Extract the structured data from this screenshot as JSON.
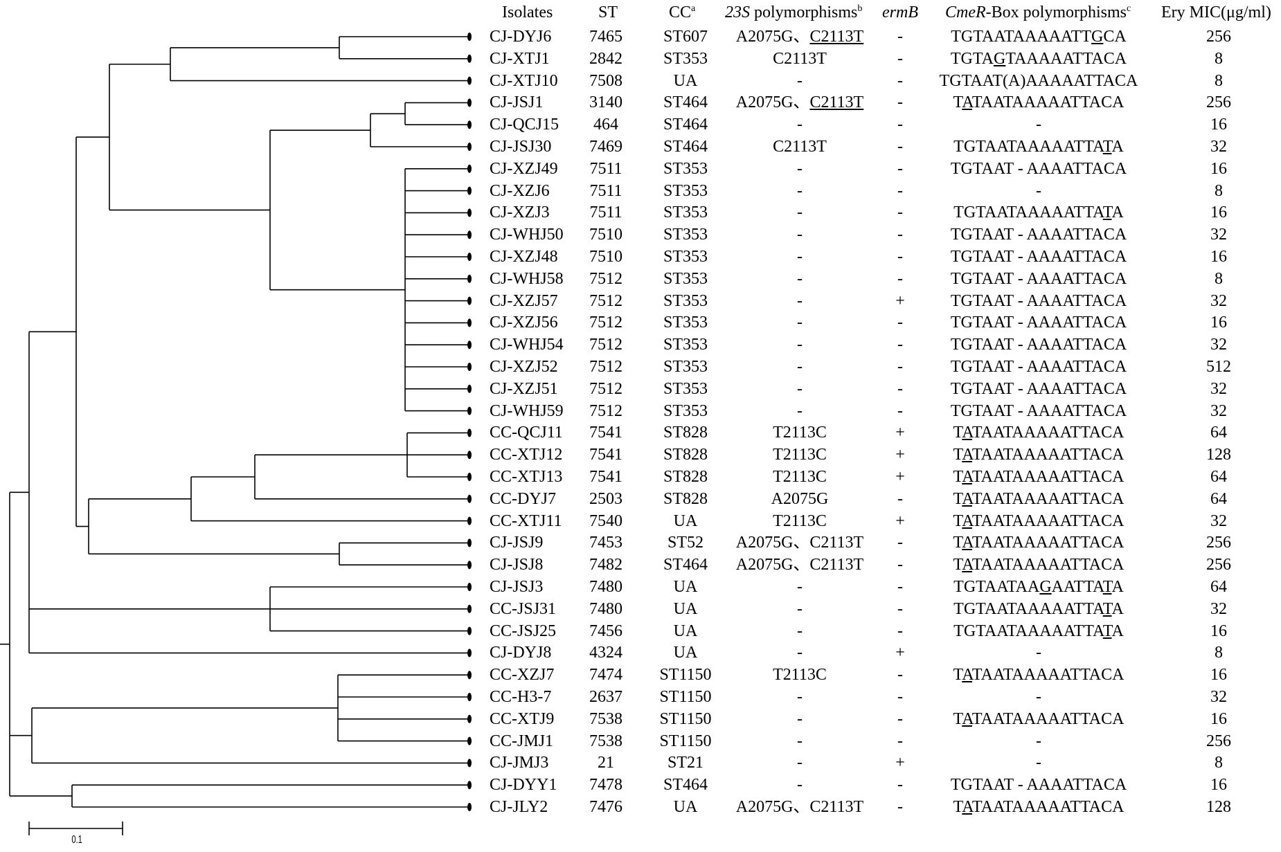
{
  "headers": {
    "isolates": "Isolates",
    "st": "ST",
    "cc": "CC",
    "cc_sup": "a",
    "s23_gene": "23S",
    "s23_rest": " polymorphisms",
    "s23_sup": "b",
    "ermb": "ermB",
    "cmer_gene": "CmeR",
    "cmer_rest": "-Box polymorphisms",
    "cmer_sup": "c",
    "mic": "Ery MIC(μg/ml)"
  },
  "scale_bar_label": "0.1",
  "rows": [
    {
      "isolate": "CJ-DYJ6",
      "st": "7465",
      "cc": "ST607",
      "s23": [
        [
          "A2075G、",
          0
        ],
        [
          "C2113T",
          1
        ]
      ],
      "ermb": "-",
      "cmer": [
        [
          "TGTAATAAAAATT",
          0
        ],
        [
          "G",
          1
        ],
        [
          "CA",
          0
        ]
      ],
      "mic": "256"
    },
    {
      "isolate": "CJ-XTJ1",
      "st": "2842",
      "cc": "ST353",
      "s23": [
        [
          "C2113T",
          0
        ]
      ],
      "ermb": "-",
      "cmer": [
        [
          "TGTA",
          0
        ],
        [
          "G",
          1
        ],
        [
          "TAAAAATTACA",
          0
        ]
      ],
      "mic": "8"
    },
    {
      "isolate": "CJ-XTJ10",
      "st": "7508",
      "cc": "UA",
      "s23": [
        [
          "-",
          0
        ]
      ],
      "ermb": "-",
      "cmer": [
        [
          "TGTAAT(A)AAAAATTACA",
          0
        ]
      ],
      "mic": "8"
    },
    {
      "isolate": "CJ-JSJ1",
      "st": "3140",
      "cc": "ST464",
      "s23": [
        [
          "A2075G、",
          0
        ],
        [
          "C2113T",
          1
        ]
      ],
      "ermb": "-",
      "cmer": [
        [
          "T",
          0
        ],
        [
          "A",
          1
        ],
        [
          "TAATAAAAATTACA",
          0
        ]
      ],
      "mic": "256"
    },
    {
      "isolate": "CJ-QCJ15",
      "st": "464",
      "cc": "ST464",
      "s23": [
        [
          "-",
          0
        ]
      ],
      "ermb": "-",
      "cmer": [
        [
          "-",
          0
        ]
      ],
      "mic": "16"
    },
    {
      "isolate": "CJ-JSJ30",
      "st": "7469",
      "cc": "ST464",
      "s23": [
        [
          "C2113T",
          0
        ]
      ],
      "ermb": "-",
      "cmer": [
        [
          "TGTAATAAAAATTA",
          0
        ],
        [
          "T",
          1
        ],
        [
          "A",
          0
        ]
      ],
      "mic": "32"
    },
    {
      "isolate": "CJ-XZJ49",
      "st": "7511",
      "cc": "ST353",
      "s23": [
        [
          "-",
          0
        ]
      ],
      "ermb": "-",
      "cmer": [
        [
          "TGTAAT - AAAATTACA",
          0
        ]
      ],
      "mic": "16"
    },
    {
      "isolate": "CJ-XZJ6",
      "st": "7511",
      "cc": "ST353",
      "s23": [
        [
          "-",
          0
        ]
      ],
      "ermb": "-",
      "cmer": [
        [
          "-",
          0
        ]
      ],
      "mic": "8"
    },
    {
      "isolate": "CJ-XZJ3",
      "st": "7511",
      "cc": "ST353",
      "s23": [
        [
          "-",
          0
        ]
      ],
      "ermb": "-",
      "cmer": [
        [
          "TGTAATAAAAATTA",
          0
        ],
        [
          "T",
          1
        ],
        [
          "A",
          0
        ]
      ],
      "mic": "16"
    },
    {
      "isolate": "CJ-WHJ50",
      "st": "7510",
      "cc": "ST353",
      "s23": [
        [
          "-",
          0
        ]
      ],
      "ermb": "-",
      "cmer": [
        [
          "TGTAAT - AAAATTACA",
          0
        ]
      ],
      "mic": "32"
    },
    {
      "isolate": "CJ-XZJ48",
      "st": "7510",
      "cc": "ST353",
      "s23": [
        [
          "-",
          0
        ]
      ],
      "ermb": "-",
      "cmer": [
        [
          "TGTAAT - AAAATTACA",
          0
        ]
      ],
      "mic": "16"
    },
    {
      "isolate": "CJ-WHJ58",
      "st": "7512",
      "cc": "ST353",
      "s23": [
        [
          "-",
          0
        ]
      ],
      "ermb": "-",
      "cmer": [
        [
          "TGTAAT - AAAATTACA",
          0
        ]
      ],
      "mic": "8"
    },
    {
      "isolate": "CJ-XZJ57",
      "st": "7512",
      "cc": "ST353",
      "s23": [
        [
          "-",
          0
        ]
      ],
      "ermb": "+",
      "cmer": [
        [
          "TGTAAT - AAAATTACA",
          0
        ]
      ],
      "mic": "32"
    },
    {
      "isolate": "CJ-XZJ56",
      "st": "7512",
      "cc": "ST353",
      "s23": [
        [
          "-",
          0
        ]
      ],
      "ermb": "-",
      "cmer": [
        [
          "TGTAAT - AAAATTACA",
          0
        ]
      ],
      "mic": "16"
    },
    {
      "isolate": "CJ-WHJ54",
      "st": "7512",
      "cc": "ST353",
      "s23": [
        [
          "-",
          0
        ]
      ],
      "ermb": "-",
      "cmer": [
        [
          "TGTAAT - AAAATTACA",
          0
        ]
      ],
      "mic": "32"
    },
    {
      "isolate": "CJ-XZJ52",
      "st": "7512",
      "cc": "ST353",
      "s23": [
        [
          "-",
          0
        ]
      ],
      "ermb": "-",
      "cmer": [
        [
          "TGTAAT - AAAATTACA",
          0
        ]
      ],
      "mic": "512"
    },
    {
      "isolate": "CJ-XZJ51",
      "st": "7512",
      "cc": "ST353",
      "s23": [
        [
          "-",
          0
        ]
      ],
      "ermb": "-",
      "cmer": [
        [
          "TGTAAT - AAAATTACA",
          0
        ]
      ],
      "mic": "32"
    },
    {
      "isolate": "CJ-WHJ59",
      "st": "7512",
      "cc": "ST353",
      "s23": [
        [
          "-",
          0
        ]
      ],
      "ermb": "-",
      "cmer": [
        [
          "TGTAAT - AAAATTACA",
          0
        ]
      ],
      "mic": "32"
    },
    {
      "isolate": "CC-QCJ11",
      "st": "7541",
      "cc": "ST828",
      "s23": [
        [
          "T2113C",
          0
        ]
      ],
      "ermb": "+",
      "cmer": [
        [
          "T",
          0
        ],
        [
          "A",
          1
        ],
        [
          "TAATAAAAATTACA",
          0
        ]
      ],
      "mic": "64"
    },
    {
      "isolate": "CC-XTJ12",
      "st": "7541",
      "cc": "ST828",
      "s23": [
        [
          "T2113C",
          0
        ]
      ],
      "ermb": "+",
      "cmer": [
        [
          "T",
          0
        ],
        [
          "A",
          1
        ],
        [
          "TAATAAAAATTACA",
          0
        ]
      ],
      "mic": "128"
    },
    {
      "isolate": "CC-XTJ13",
      "st": "7541",
      "cc": "ST828",
      "s23": [
        [
          "T2113C",
          0
        ]
      ],
      "ermb": "+",
      "cmer": [
        [
          "T",
          0
        ],
        [
          "A",
          1
        ],
        [
          "TAATAAAAATTACA",
          0
        ]
      ],
      "mic": "64"
    },
    {
      "isolate": "CC-DYJ7",
      "st": "2503",
      "cc": "ST828",
      "s23": [
        [
          "A2075G",
          0
        ]
      ],
      "ermb": "-",
      "cmer": [
        [
          "T",
          0
        ],
        [
          "A",
          1
        ],
        [
          "TAATAAAAATTACA",
          0
        ]
      ],
      "mic": "64"
    },
    {
      "isolate": "CC-XTJ11",
      "st": "7540",
      "cc": "UA",
      "s23": [
        [
          "T2113C",
          0
        ]
      ],
      "ermb": "+",
      "cmer": [
        [
          "T",
          0
        ],
        [
          "A",
          1
        ],
        [
          "TAATAAAAATTACA",
          0
        ]
      ],
      "mic": "32"
    },
    {
      "isolate": "CJ-JSJ9",
      "st": "7453",
      "cc": "ST52",
      "s23": [
        [
          "A2075G、C2113T",
          0
        ]
      ],
      "ermb": "-",
      "cmer": [
        [
          "T",
          0
        ],
        [
          "A",
          1
        ],
        [
          "TAATAAAAATTACA",
          0
        ]
      ],
      "mic": "256"
    },
    {
      "isolate": "CJ-JSJ8",
      "st": "7482",
      "cc": "ST464",
      "s23": [
        [
          "A2075G、C2113T",
          0
        ]
      ],
      "ermb": "-",
      "cmer": [
        [
          "T",
          0
        ],
        [
          "A",
          1
        ],
        [
          "TAATAAAAATTACA",
          0
        ]
      ],
      "mic": "256"
    },
    {
      "isolate": "CJ-JSJ3",
      "st": "7480",
      "cc": "UA",
      "s23": [
        [
          "-",
          0
        ]
      ],
      "ermb": "-",
      "cmer": [
        [
          "TGTAATAA",
          0
        ],
        [
          "G",
          1
        ],
        [
          "AATTA",
          0
        ],
        [
          "T",
          1
        ],
        [
          "A",
          0
        ]
      ],
      "mic": "64"
    },
    {
      "isolate": "CC-JSJ31",
      "st": "7480",
      "cc": "UA",
      "s23": [
        [
          "-",
          0
        ]
      ],
      "ermb": "-",
      "cmer": [
        [
          "TGTAATAAAAATTA",
          0
        ],
        [
          "T",
          1
        ],
        [
          "A",
          0
        ]
      ],
      "mic": "32"
    },
    {
      "isolate": "CC-JSJ25",
      "st": "7456",
      "cc": "UA",
      "s23": [
        [
          "-",
          0
        ]
      ],
      "ermb": "-",
      "cmer": [
        [
          "TGTAATAAAAATTA",
          0
        ],
        [
          "T",
          1
        ],
        [
          "A",
          0
        ]
      ],
      "mic": "16"
    },
    {
      "isolate": "CJ-DYJ8",
      "st": "4324",
      "cc": "UA",
      "s23": [
        [
          "-",
          0
        ]
      ],
      "ermb": "+",
      "cmer": [
        [
          "-",
          0
        ]
      ],
      "mic": "8"
    },
    {
      "isolate": "CC-XZJ7",
      "st": "7474",
      "cc": "ST1150",
      "s23": [
        [
          "T2113C",
          0
        ]
      ],
      "ermb": "-",
      "cmer": [
        [
          "T",
          0
        ],
        [
          "A",
          1
        ],
        [
          "TAATAAAAATTACA",
          0
        ]
      ],
      "mic": "16"
    },
    {
      "isolate": "CC-H3-7",
      "st": "2637",
      "cc": "ST1150",
      "s23": [
        [
          "-",
          0
        ]
      ],
      "ermb": "-",
      "cmer": [
        [
          "-",
          0
        ]
      ],
      "mic": "32"
    },
    {
      "isolate": "CC-XTJ9",
      "st": "7538",
      "cc": "ST1150",
      "s23": [
        [
          "-",
          0
        ]
      ],
      "ermb": "-",
      "cmer": [
        [
          "T",
          0
        ],
        [
          "A",
          1
        ],
        [
          "TAATAAAAATTACA",
          0
        ]
      ],
      "mic": "16"
    },
    {
      "isolate": "CC-JMJ1",
      "st": "7538",
      "cc": "ST1150",
      "s23": [
        [
          "-",
          0
        ]
      ],
      "ermb": "-",
      "cmer": [
        [
          "-",
          0
        ]
      ],
      "mic": "256"
    },
    {
      "isolate": "CJ-JMJ3",
      "st": "21",
      "cc": "ST21",
      "s23": [
        [
          "-",
          0
        ]
      ],
      "ermb": "+",
      "cmer": [
        [
          "-",
          0
        ]
      ],
      "mic": "8"
    },
    {
      "isolate": "CJ-DYY1",
      "st": "7478",
      "cc": "ST464",
      "s23": [
        [
          "-",
          0
        ]
      ],
      "ermb": "-",
      "cmer": [
        [
          "TGTAAT - AAAATTACA",
          0
        ]
      ],
      "mic": "16"
    },
    {
      "isolate": "CJ-JLY2",
      "st": "7476",
      "cc": "UA",
      "s23": [
        [
          "A2075G、C2113T",
          0
        ]
      ],
      "ermb": "-",
      "cmer": [
        [
          "T",
          0
        ],
        [
          "A",
          1
        ],
        [
          "TAATAAAAATTACA",
          0
        ]
      ],
      "mic": "128"
    }
  ]
}
